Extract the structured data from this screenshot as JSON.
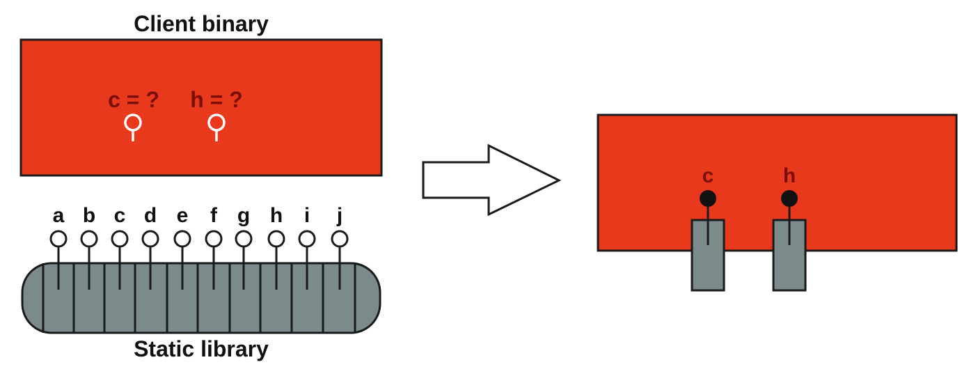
{
  "left": {
    "title": "Client binary",
    "unresolved": [
      "c = ?",
      "h = ?"
    ],
    "library_title": "Static library",
    "library_symbols": [
      "a",
      "b",
      "c",
      "d",
      "e",
      "f",
      "g",
      "h",
      "i",
      "j"
    ]
  },
  "right": {
    "linked_symbols": [
      "c",
      "h"
    ]
  },
  "colors": {
    "binary_fill": "#e8391d",
    "library_fill": "#7b8a8b",
    "outline": "#1a1a1a",
    "white": "#ffffff"
  }
}
